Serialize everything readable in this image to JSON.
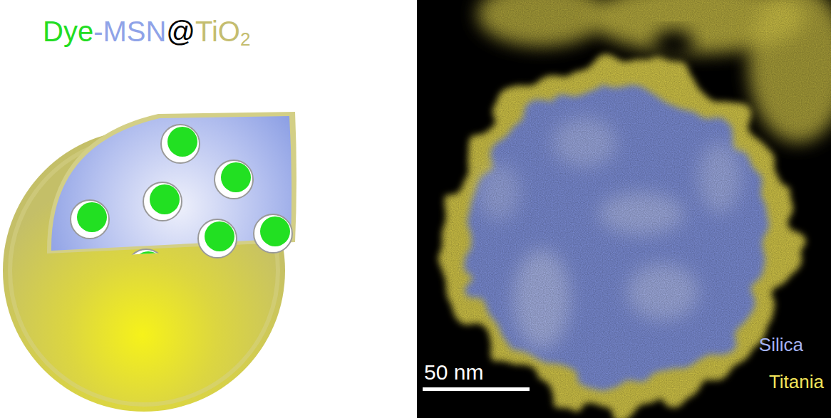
{
  "diagram": {
    "labels": [
      "Dye",
      "-MSN",
      "@",
      "TiO",
      "2",
      "50 nm",
      "Silica",
      "Titania"
    ]
  }
}
